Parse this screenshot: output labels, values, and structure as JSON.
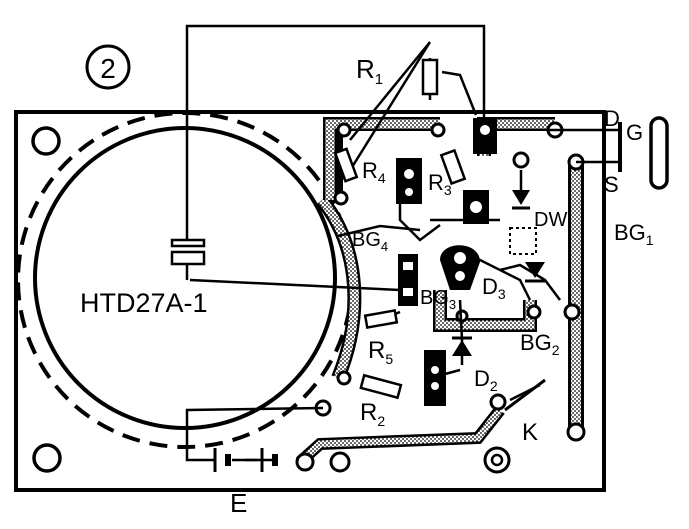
{
  "figure": {
    "number": "2",
    "part_label": "HTD27A-1",
    "components": {
      "r1": {
        "base": "R",
        "sub": "1"
      },
      "r2": {
        "base": "R",
        "sub": "2"
      },
      "r3": {
        "base": "R",
        "sub": "3"
      },
      "r4": {
        "base": "R",
        "sub": "4"
      },
      "r5": {
        "base": "R",
        "sub": "5"
      },
      "d2": {
        "base": "D",
        "sub": "2"
      },
      "d3": {
        "base": "D",
        "sub": "3"
      },
      "bg1": {
        "base": "BG",
        "sub": "1"
      },
      "bg2": {
        "base": "BG",
        "sub": "2"
      },
      "bg3": {
        "base": "BG",
        "sub": "3"
      },
      "bg4": {
        "base": "BG",
        "sub": "4"
      },
      "dw": "DW",
      "k": "K",
      "e": "E",
      "d": "D",
      "g": "G",
      "s": "S"
    }
  }
}
